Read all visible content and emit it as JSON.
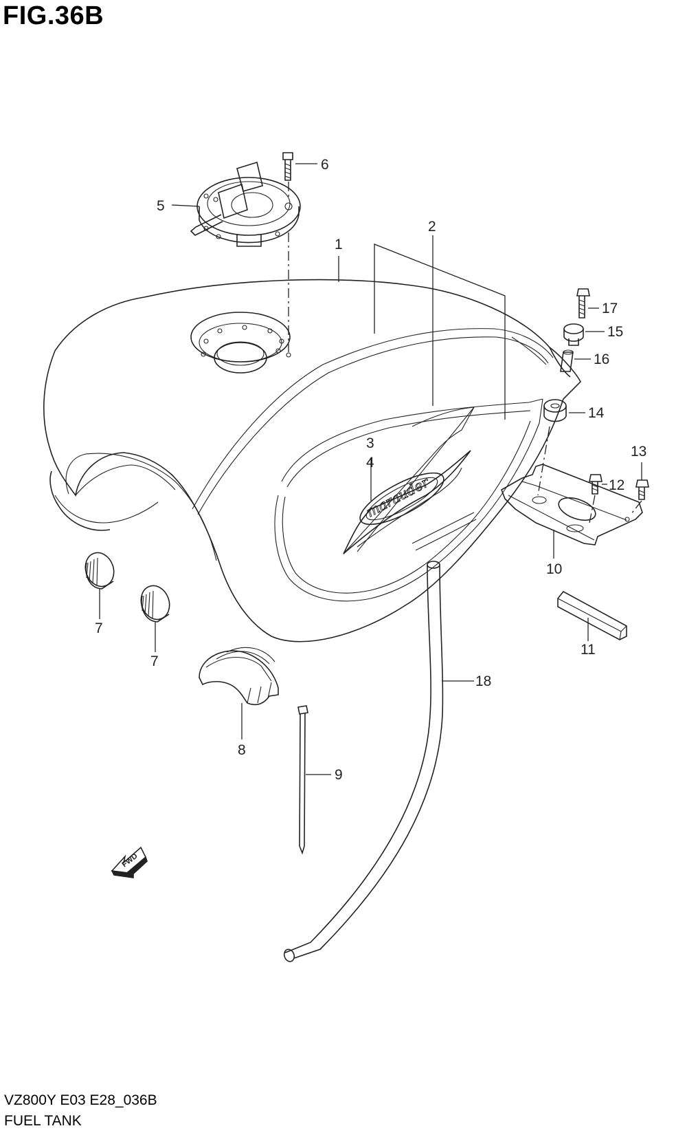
{
  "figure": {
    "title": "FIG.36B",
    "code": "VZ800Y E03 E28_036B",
    "name": "FUEL TANK"
  },
  "callouts": {
    "c1": "1",
    "c2": "2",
    "c3": "3",
    "c4": "4",
    "c5": "5",
    "c6": "6",
    "c7a": "7",
    "c7b": "7",
    "c8": "8",
    "c9": "9",
    "c10": "10",
    "c11": "11",
    "c12": "12",
    "c13": "13",
    "c14": "14",
    "c15": "15",
    "c16": "16",
    "c17": "17",
    "c18": "18"
  },
  "fwd_label": "FWD",
  "emblem_text": "marauder"
}
